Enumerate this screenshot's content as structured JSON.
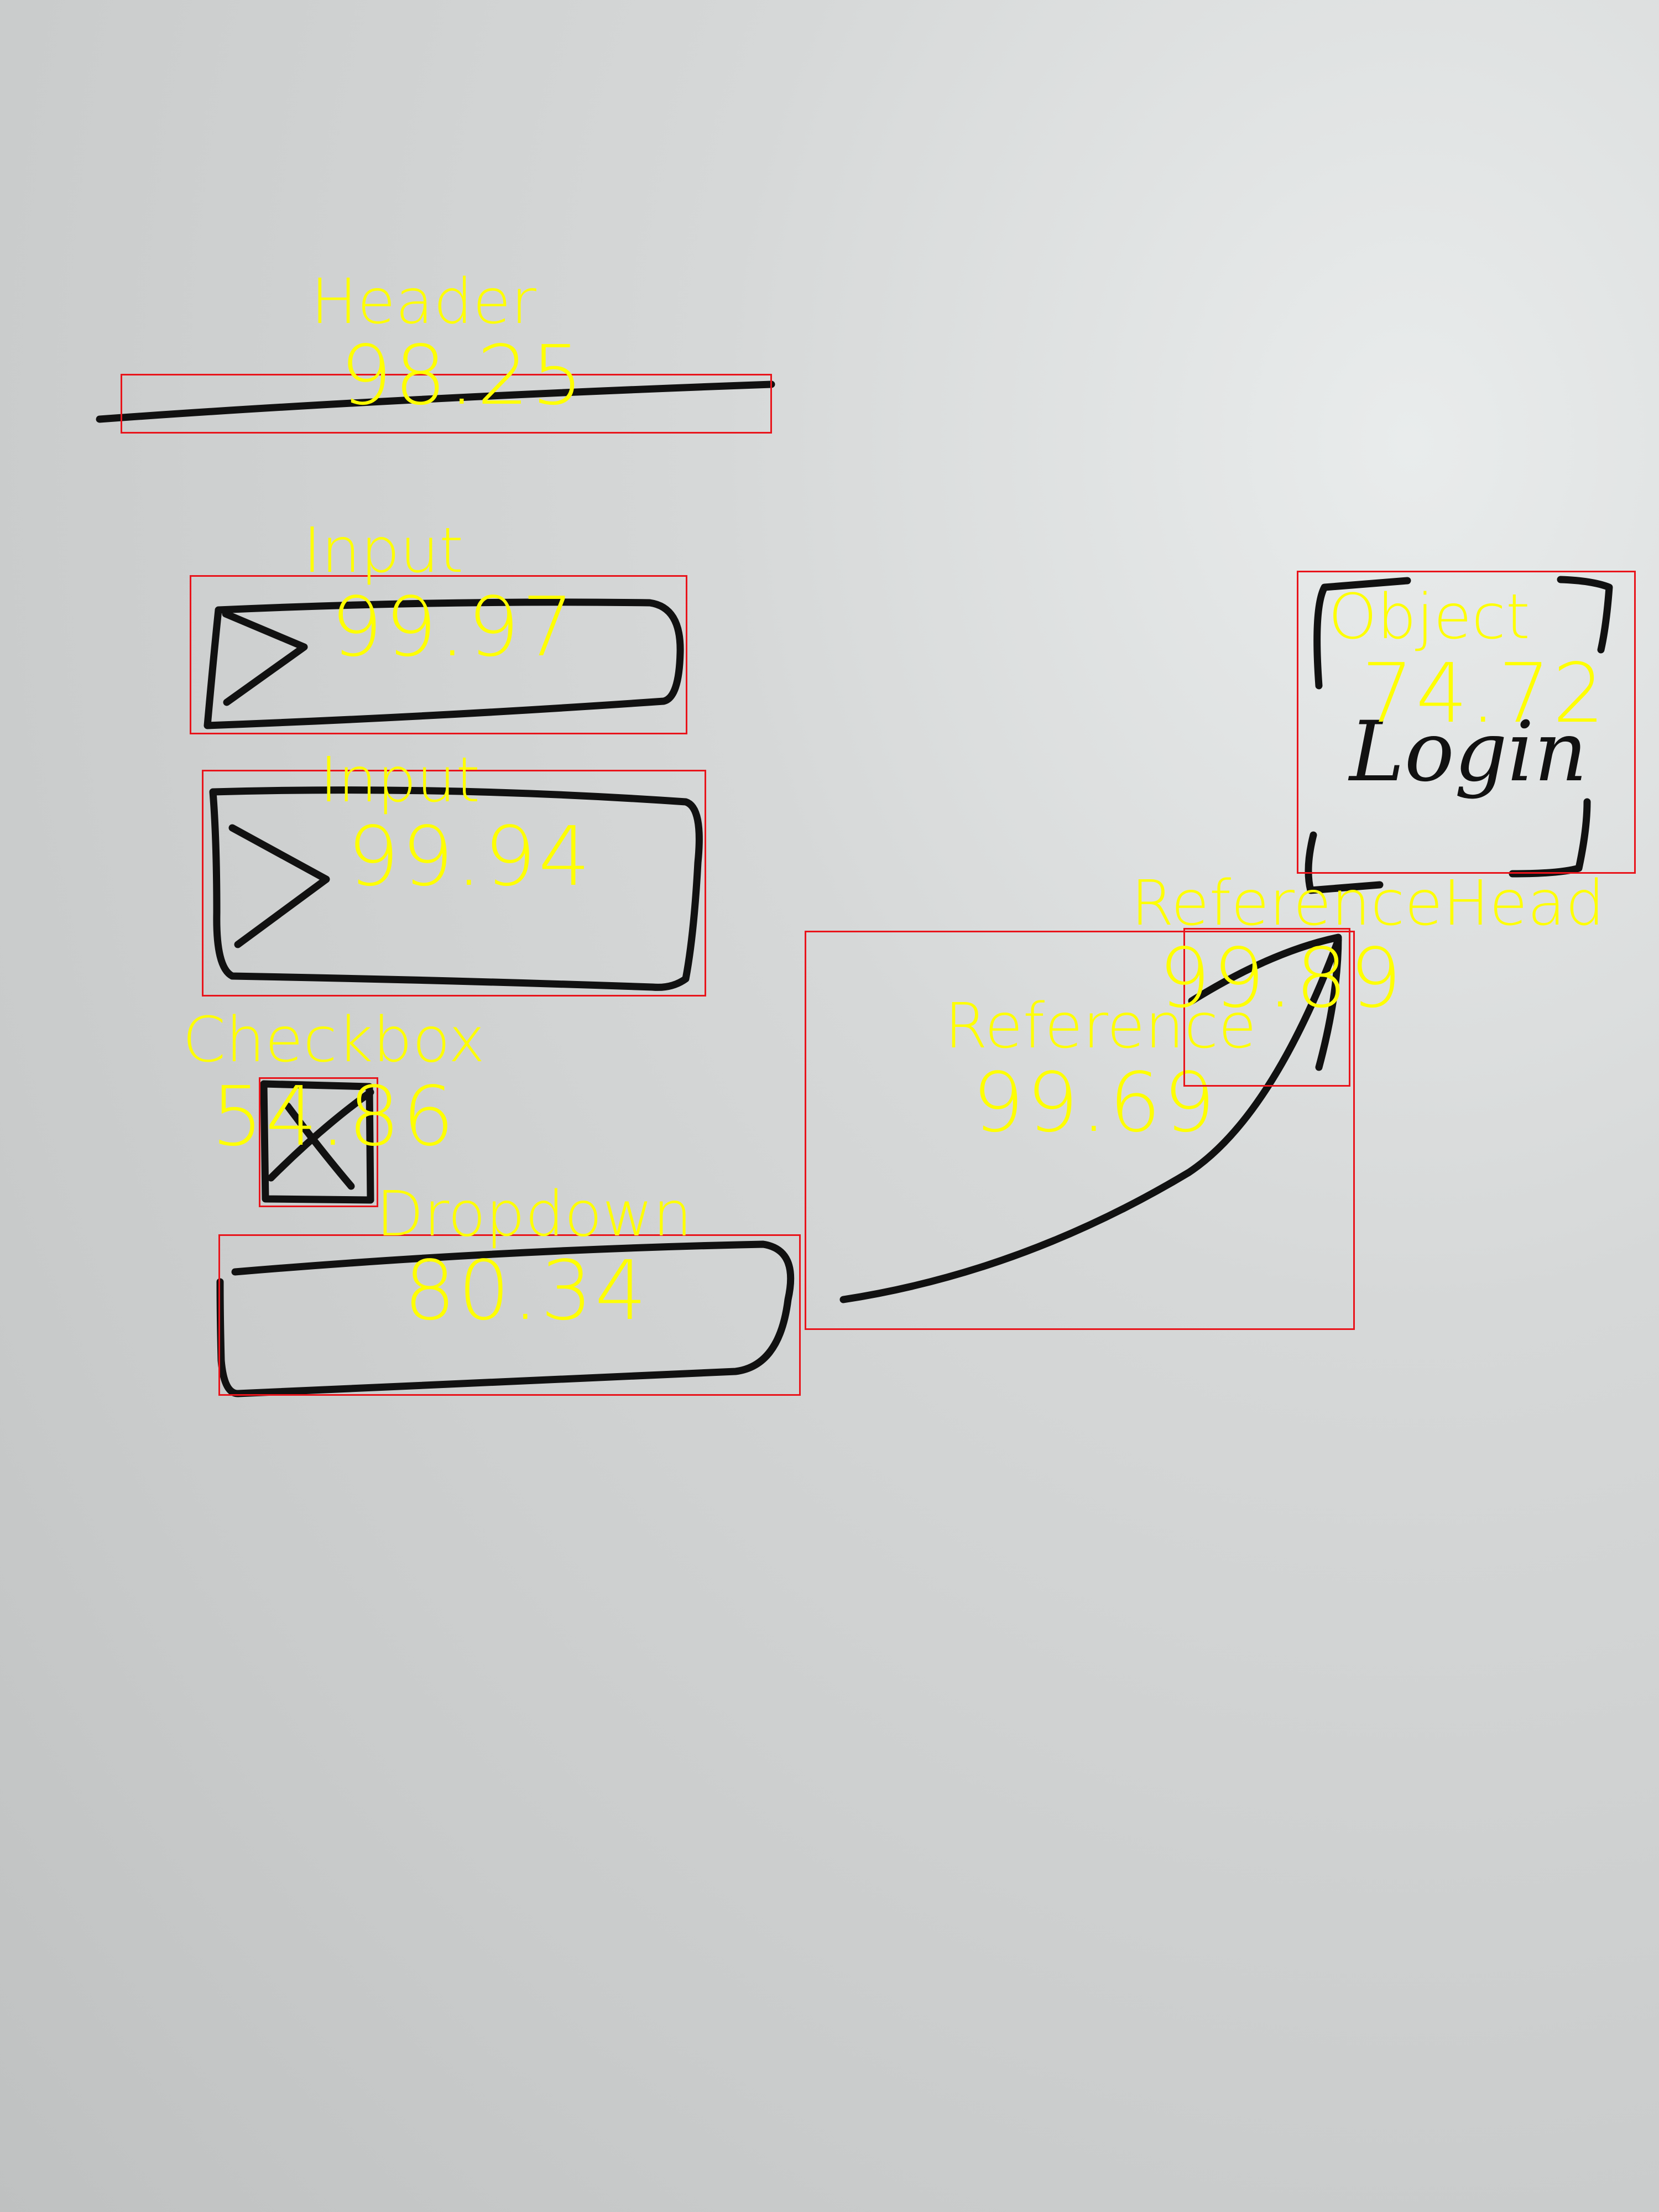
{
  "sketch_text": {
    "login": "Login"
  },
  "detections": [
    {
      "id": "header",
      "class_label": "Header",
      "score": "98.25"
    },
    {
      "id": "input-1",
      "class_label": "Input",
      "score": "99.97"
    },
    {
      "id": "input-2",
      "class_label": "Input",
      "score": "99.94"
    },
    {
      "id": "checkbox",
      "class_label": "Checkbox",
      "score": "54.86"
    },
    {
      "id": "dropdown",
      "class_label": "Dropdown",
      "score": "80.34"
    },
    {
      "id": "reference",
      "class_label": "Reference",
      "score": "99.69"
    },
    {
      "id": "reference-head",
      "class_label": "ReferenceHead",
      "score": "99.89"
    },
    {
      "id": "object",
      "class_label": "Object",
      "score": "74.72"
    }
  ],
  "colors": {
    "box": "#e8141b",
    "label": "#ffff00",
    "ink": "#111111",
    "whiteboard": "#d6d8d8"
  }
}
